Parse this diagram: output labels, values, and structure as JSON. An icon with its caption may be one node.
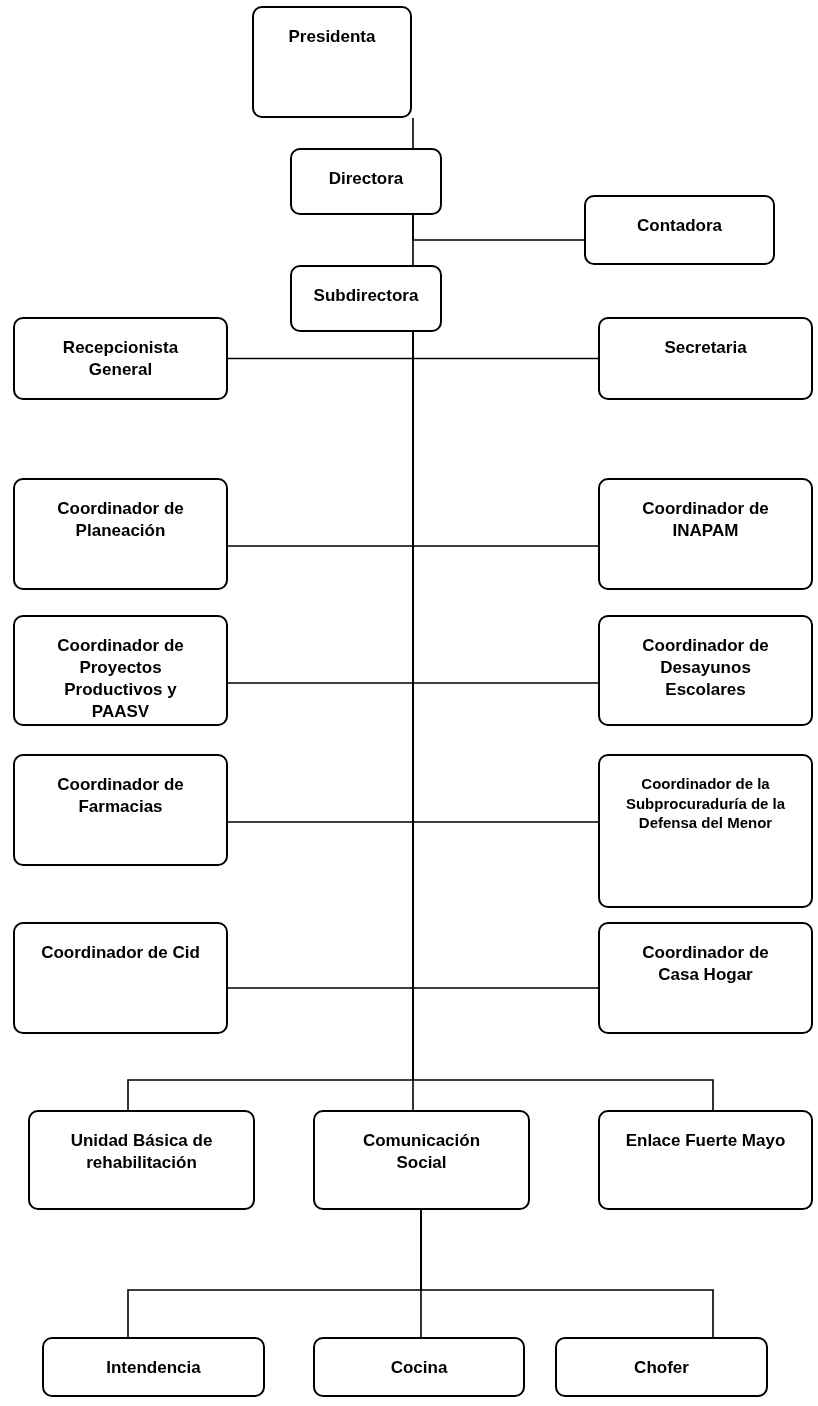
{
  "diagram": {
    "nodes": [
      {
        "text": [
          "Presidenta"
        ]
      },
      {
        "text": [
          "Directora"
        ]
      },
      {
        "text": [
          "Contadora"
        ]
      },
      {
        "text": [
          "Subdirectora"
        ]
      },
      {
        "text": [
          "Recepcionista General"
        ]
      },
      {
        "text": [
          "Secretaria"
        ]
      },
      {
        "text": [
          "Coordinador de Planeación"
        ]
      },
      {
        "text": [
          "Coordinador de INAPAM"
        ]
      },
      {
        "text": [
          "Coordinador de Proyectos Productivos y PAASV"
        ]
      },
      {
        "text": [
          "Coordinador de Desayunos Escolares"
        ]
      },
      {
        "text": [
          "Coordinador de Farmacias"
        ]
      },
      {
        "text": [
          "Coordinador de la Subprocuraduría de la Defensa del Menor"
        ]
      },
      {
        "text": [
          "Coordinador de Cid"
        ]
      },
      {
        "text": [
          "Coordinador de Casa Hogar"
        ]
      },
      {
        "text": [
          "Unidad Básica de rehabilitación"
        ]
      },
      {
        "text": [
          "Comunicación Social"
        ]
      },
      {
        "text": [
          "Enlace Fuerte Mayo"
        ]
      },
      {
        "text": [
          "Intendencia"
        ]
      },
      {
        "text": [
          "Cocina"
        ]
      },
      {
        "text": [
          "Chofer"
        ]
      }
    ],
    "edges": [
      {
        "from": 0,
        "to": 1,
        "arrow": "none"
      },
      {
        "from": 1,
        "to": 2,
        "arrow": "none"
      },
      {
        "from": 1,
        "to": 3,
        "arrow": "none"
      },
      {
        "from": 3,
        "to": 4,
        "arrow": "none"
      },
      {
        "from": 3,
        "to": 5,
        "arrow": "none"
      },
      {
        "from": 3,
        "to": 6,
        "arrow": "none"
      },
      {
        "from": 3,
        "to": 7,
        "arrow": "none"
      },
      {
        "from": 3,
        "to": 8,
        "arrow": "none"
      },
      {
        "from": 3,
        "to": 9,
        "arrow": "none"
      },
      {
        "from": 3,
        "to": 10,
        "arrow": "none"
      },
      {
        "from": 3,
        "to": 11,
        "arrow": "none"
      },
      {
        "from": 3,
        "to": 12,
        "arrow": "none"
      },
      {
        "from": 3,
        "to": 13,
        "arrow": "none"
      },
      {
        "from": 3,
        "to": 14,
        "arrow": "none"
      },
      {
        "from": 3,
        "to": 15,
        "arrow": "none"
      },
      {
        "from": 3,
        "to": 16,
        "arrow": "none"
      },
      {
        "from": 15,
        "to": 17,
        "arrow": "none"
      },
      {
        "from": 15,
        "to": 18,
        "arrow": "none"
      },
      {
        "from": 15,
        "to": 19,
        "arrow": "none"
      }
    ]
  }
}
